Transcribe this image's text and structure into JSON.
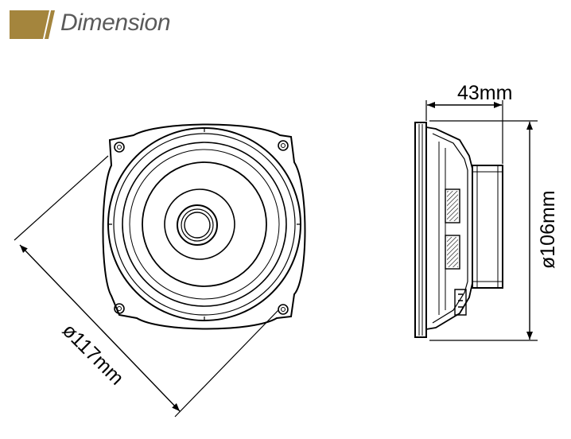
{
  "header": {
    "title": "Dimension",
    "accent_color": "#a4853d",
    "title_color": "#5a5a5a"
  },
  "front_view": {
    "diameter_label": "ø117mm"
  },
  "side_view": {
    "depth_label": "43mm",
    "diameter_label": "ø106mm"
  }
}
